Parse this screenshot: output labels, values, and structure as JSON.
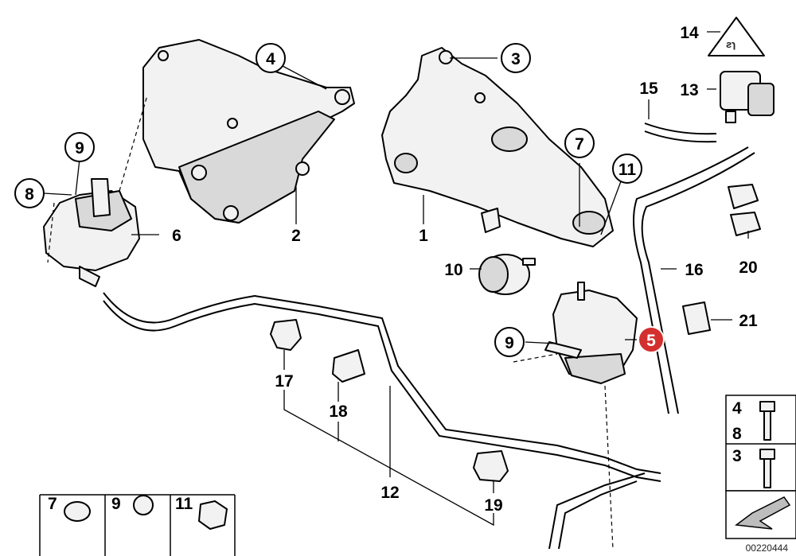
{
  "callouts": {
    "c1": "1",
    "c2": "2",
    "c3": "3",
    "c4": "4",
    "c5": "5",
    "c6": "6",
    "c7": "7",
    "c8": "8",
    "c9a": "9",
    "c9b": "9",
    "c10": "10",
    "c11": "11",
    "c12": "12",
    "c13": "13",
    "c14": "14",
    "c15": "15",
    "c16": "16",
    "c17": "17",
    "c18": "18",
    "c19": "19",
    "c20": "20",
    "c21": "21"
  },
  "legend_bottom": {
    "a": "7",
    "b": "9",
    "c": "11"
  },
  "legend_right": {
    "a": "4",
    "b": "8",
    "c": "3"
  },
  "reference_number": "00220444",
  "highlight_color": "#d32f2f"
}
